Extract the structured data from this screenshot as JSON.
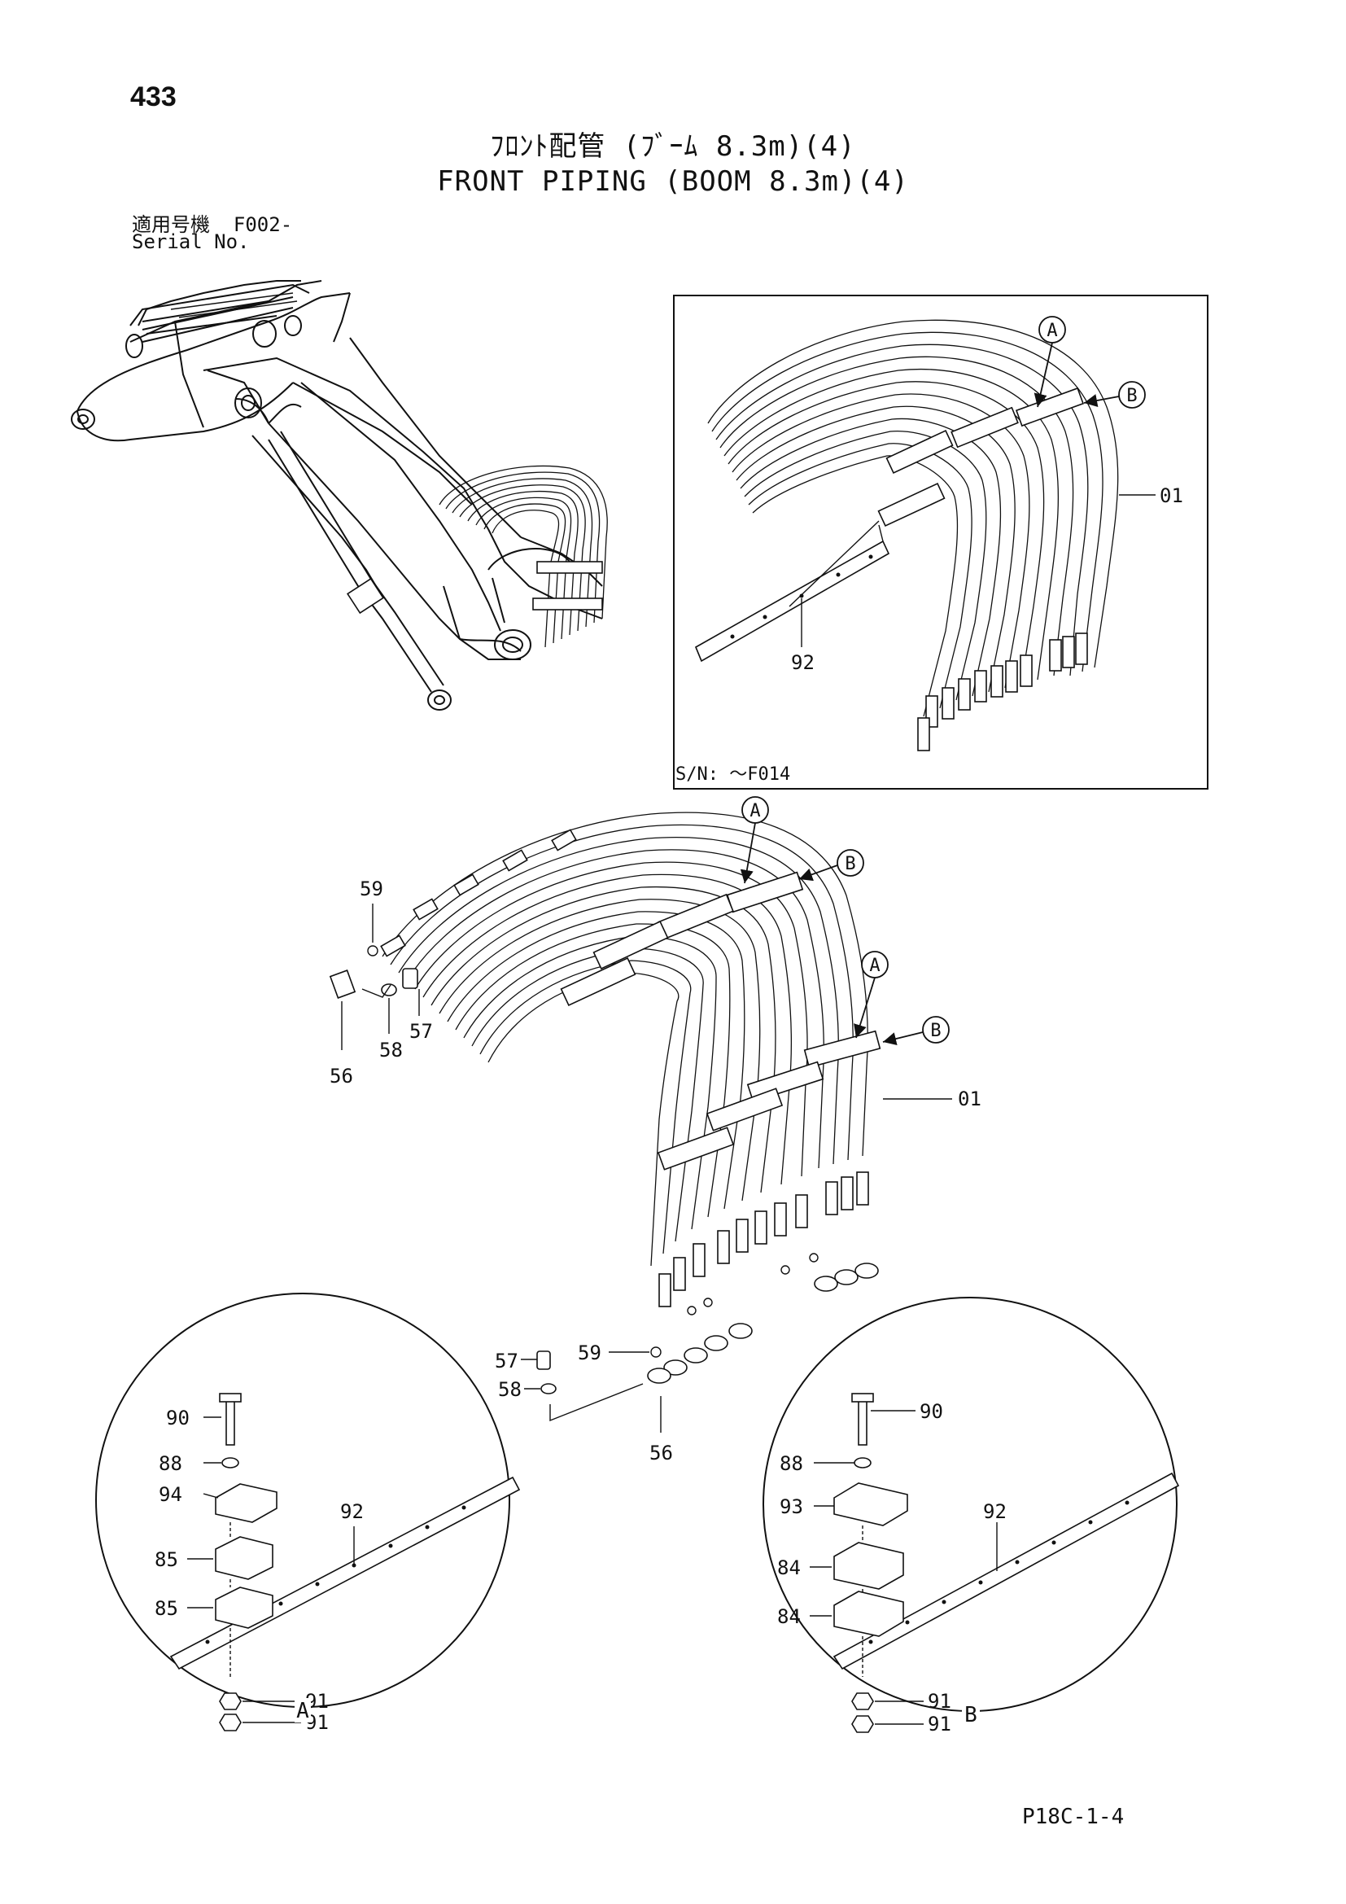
{
  "page_number": "433",
  "title_jp": "ﾌﾛﾝﾄ配管 (ﾌﾞｰﾑ 8.3m)(4)",
  "title_en": "FRONT PIPING (BOOM 8.3m)(4)",
  "serial_label_jp": "適用号機",
  "serial_value": "F002-",
  "serial_label_en": "Serial No.",
  "inset": {
    "serial_range": "S/N: ～F014",
    "labels": {
      "hose": "01",
      "bar": "92",
      "ref_a": "A",
      "ref_b": "B"
    }
  },
  "main": {
    "labels": {
      "p59": "59",
      "p56": "56",
      "p58": "58",
      "p57": "57",
      "p01": "01",
      "ref_a": "A",
      "ref_b": "B",
      "p57b": "57",
      "p58b": "58",
      "p59b": "59",
      "p56b": "56"
    }
  },
  "detail_a": {
    "title": "A",
    "labels": {
      "p90": "90",
      "p88": "88",
      "p94": "94",
      "p85a": "85",
      "p85b": "85",
      "p92": "92",
      "p91a": "91",
      "p91b": "91"
    }
  },
  "detail_b": {
    "title": "B",
    "labels": {
      "p90": "90",
      "p88": "88",
      "p93": "93",
      "p84a": "84",
      "p84b": "84",
      "p92": "92",
      "p91a": "91",
      "p91b": "91"
    }
  },
  "footer_code": "P18C-1-4"
}
